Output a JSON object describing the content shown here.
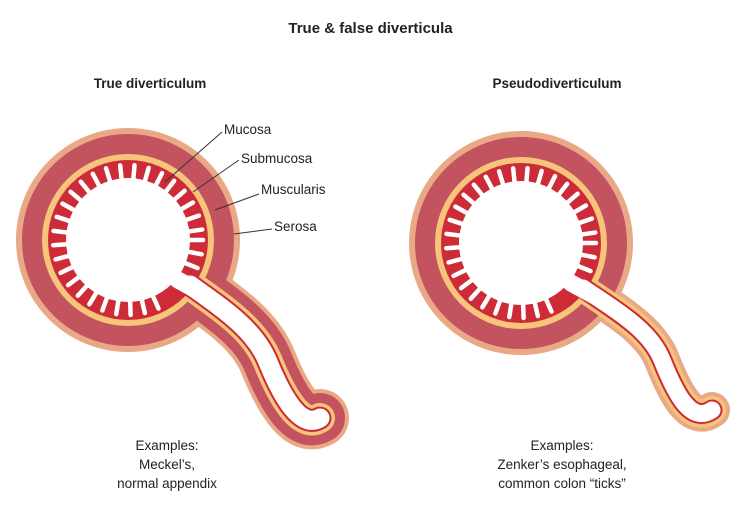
{
  "title": "True & false diverticula",
  "true_div": {
    "heading": "True diverticulum",
    "labels": {
      "mucosa": "Mucosa",
      "submucosa": "Submucosa",
      "muscularis": "Muscularis",
      "serosa": "Serosa"
    },
    "examples": [
      "Examples:",
      "Meckel’s,",
      "normal appendix"
    ]
  },
  "pseudo_div": {
    "heading": "Pseudodiverticulum",
    "examples": [
      "Examples:",
      "Zenker’s esophageal,",
      "common colon “ticks”"
    ]
  },
  "colors": {
    "serosa": "#e9a886",
    "muscularis": "#c2535f",
    "submucosa": "#f7c47c",
    "mucosa": "#cc2b37",
    "lumen": "#ffffff"
  }
}
